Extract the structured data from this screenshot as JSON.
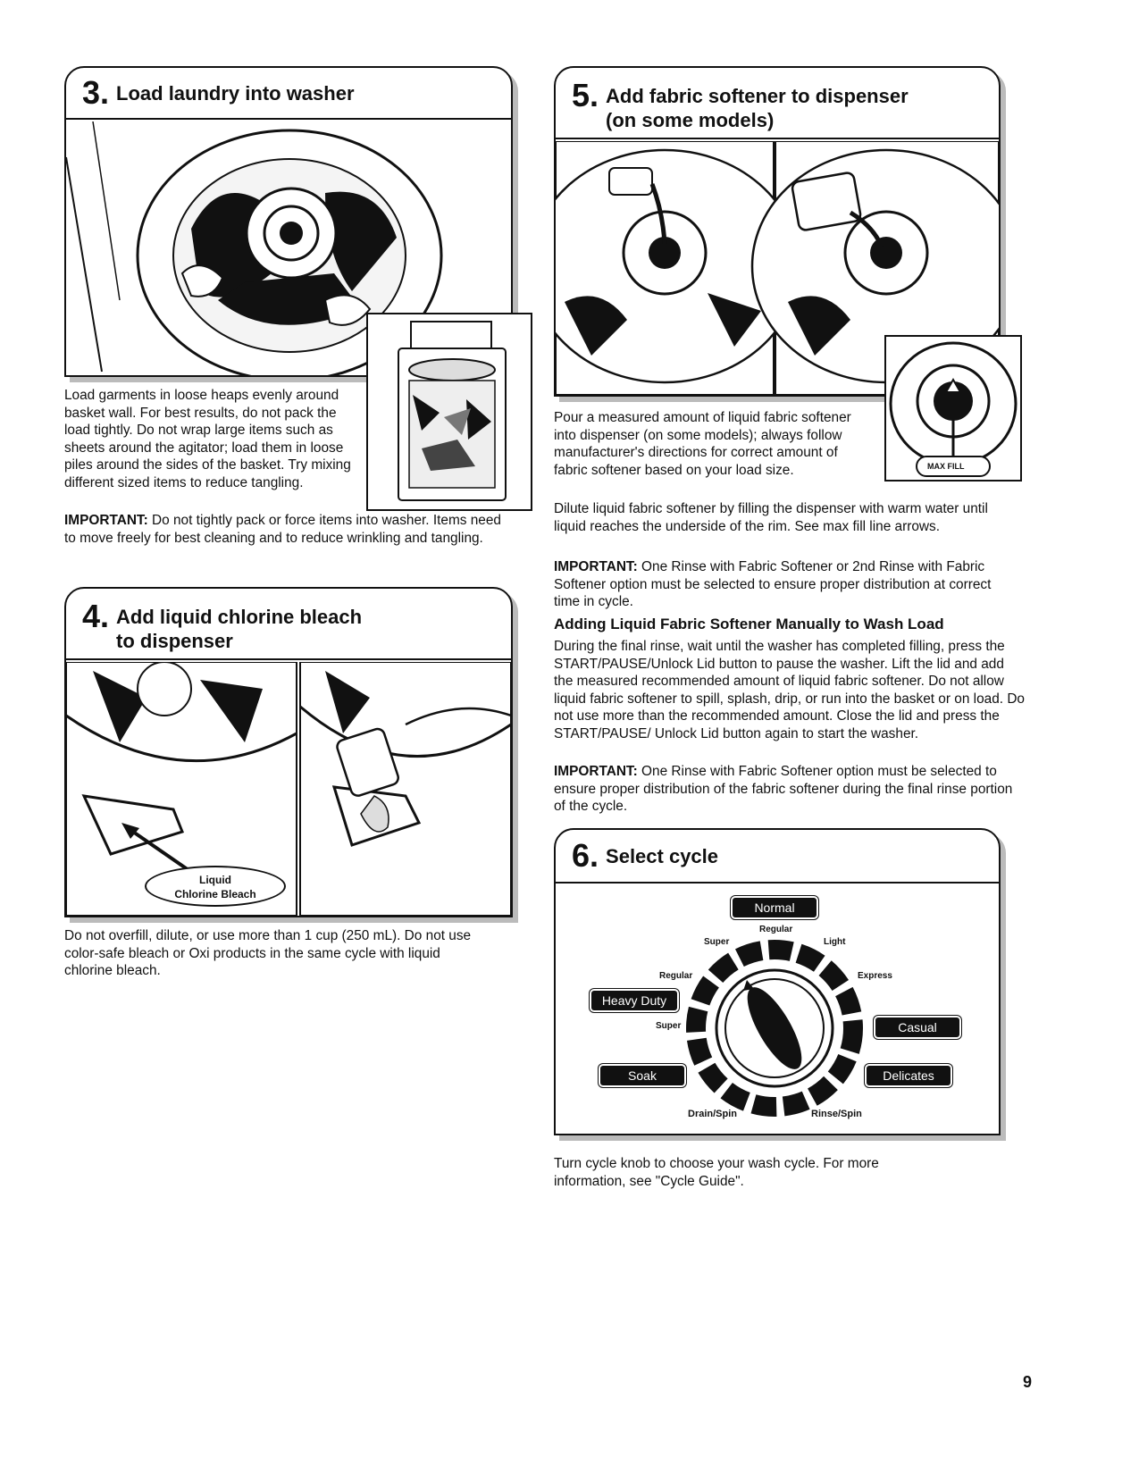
{
  "step3": {
    "number": "3.",
    "title": "Load laundry into washer",
    "body": "Load garments in loose heaps evenly around basket wall. For best results, do not pack the load tightly. Do not wrap large items such as sheets around the agitator; load them in loose piles around the sides of the basket. Try mixing different sized items to reduce tangling.",
    "important_label": "IMPORTANT:",
    "important_text": "Do not tightly pack or force items into washer. Items need to move freely for best cleaning and to reduce wrinkling and tangling."
  },
  "step4": {
    "number": "4.",
    "title_line1": "Add liquid chlorine bleach",
    "title_line2": "to dispenser",
    "callout_line1": "Liquid",
    "callout_line2": "Chlorine Bleach",
    "body": "Do not overfill, dilute, or use more than 1 cup (250 mL). Do not use color-safe bleach or Oxi products in the same cycle with liquid chlorine bleach."
  },
  "step5": {
    "number": "5.",
    "title_line1": "Add fabric softener to dispenser",
    "title_line2": "(on some models)",
    "maxfill_label": "MAX FILL",
    "body1": "Pour a measured amount of liquid fabric softener into dispenser (on some models); always follow manufacturer's directions for correct amount of fabric softener based on your load size.",
    "body2": "Dilute liquid fabric softener by filling the dispenser with warm water until liquid reaches the underside of the rim. See max fill line arrows.",
    "important1_label": "IMPORTANT:",
    "important1_text": "One Rinse with Fabric Softener or 2nd Rinse with Fabric Softener option must be selected to ensure proper distribution at correct time in cycle.",
    "manual_heading": "Adding Liquid Fabric Softener Manually to Wash Load",
    "manual_body": "During the final rinse, wait until the washer has completed filling, press the START/PAUSE/Unlock Lid button to pause the washer. Lift the lid and add the measured recommended amount of liquid fabric softener. Do not allow liquid fabric softener to spill, splash, drip, or run into the basket or on load. Do not use more than the recommended amount. Close the lid and press the START/PAUSE/ Unlock Lid button again to start the washer.",
    "important2_label": "IMPORTANT:",
    "important2_text": "One Rinse with Fabric Softener option must be selected to ensure proper distribution of the fabric softener during the final rinse portion of the cycle."
  },
  "step6": {
    "number": "6.",
    "title": "Select cycle",
    "dial": {
      "normal": "Normal",
      "heavy_duty": "Heavy Duty",
      "soak": "Soak",
      "casual": "Casual",
      "delicates": "Delicates",
      "regular_top": "Regular",
      "super_top": "Super",
      "light": "Light",
      "express": "Express",
      "regular_left": "Regular",
      "super_left": "Super",
      "drain_spin": "Drain/Spin",
      "rinse_spin": "Rinse/Spin"
    },
    "body": "Turn cycle knob to choose your wash cycle. For more information, see \"Cycle Guide\"."
  },
  "page_number": "9"
}
